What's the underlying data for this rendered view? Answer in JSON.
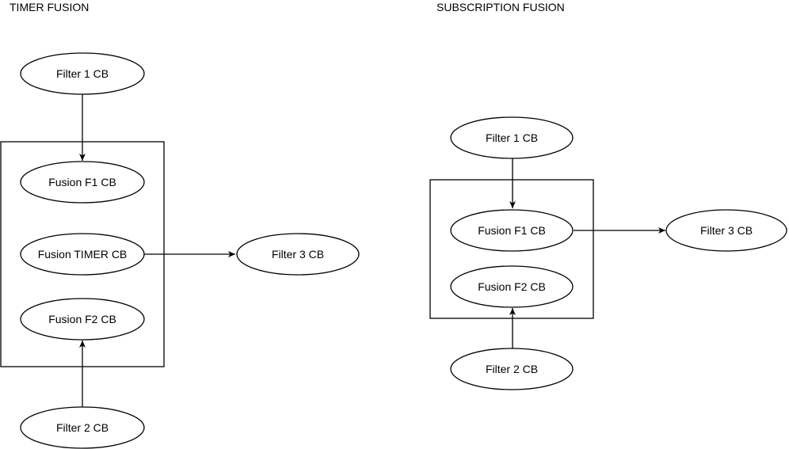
{
  "diagrams": {
    "timer": {
      "title": "TIMER FUSION",
      "filter1": "Filter 1 CB",
      "fusion_f1": "Fusion F1 CB",
      "fusion_timer": "Fusion TIMER CB",
      "fusion_f2": "Fusion F2 CB",
      "filter2": "Filter 2 CB",
      "filter3": "Filter 3 CB"
    },
    "subscription": {
      "title": "SUBSCRIPTION FUSION",
      "filter1": "Filter 1 CB",
      "fusion_f1": "Fusion F1 CB",
      "fusion_f2": "Fusion F2 CB",
      "filter2": "Filter 2 CB",
      "filter3": "Filter 3 CB"
    }
  },
  "colors": {
    "stroke": "#000000",
    "fill": "#ffffff"
  }
}
